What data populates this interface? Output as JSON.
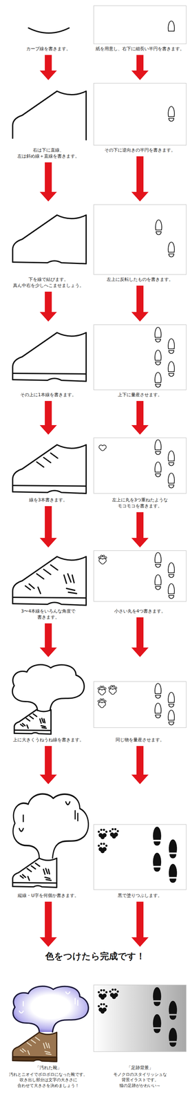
{
  "diagram": {
    "nodes": [
      {
        "text": [
          "カーブ線を書きます。"
        ]
      },
      {
        "text": [
          "紙を用意し、右下に細長い半円を書きます。"
        ]
      },
      {
        "text": [
          "右は下に直線、 左は斜め線＋直線を書きます。"
        ]
      },
      {
        "text": [
          "その下に逆向きの半円を書きます。"
        ]
      },
      {
        "text": [
          "下を線で結びます。 真ん中右を少しへこませましょう。"
        ]
      },
      {
        "text": [
          "左上に反転したものを書きます。"
        ]
      },
      {
        "text": [
          "その上に1本線を書きます。"
        ]
      },
      {
        "text": [
          "上下に量産させます。"
        ]
      },
      {
        "text": [
          "線を3本書きます。"
        ]
      },
      {
        "text": [
          "左上に丸を3つ重ねたような モコモコを書きます。"
        ]
      },
      {
        "text": [
          "3〜4本線をいろんな角度で 書きます。"
        ]
      },
      {
        "text": [
          "小さい丸を4つ書きます。"
        ]
      },
      {
        "text": [
          "上に大きくうねうね線を書きます。"
        ]
      },
      {
        "text": [
          "同じ物を量産させます。"
        ]
      },
      {
        "text": [
          "縦線・U字を何個か書きます。"
        ]
      },
      {
        "text": [
          "黒で塗りつぶします。"
        ]
      },
      {
        "text": [
          "色をつけたら完成です！"
        ]
      },
      {
        "text": [
          "「汚れた靴」",
          "汚れとニオイでボロボロになった靴です。 吹き出し部分は文字の大きさに 合わせて大きさを決めましょう！"
        ]
      },
      {
        "text": [
          "「足跡背景」",
          "モノクロのスタイリッシュな 背景イラストです。 猫の足跡がかわいい～"
        ]
      }
    ],
    "edges": [
      {
        "from": 0,
        "to": 2,
        "arrow": "to"
      },
      {
        "from": 1,
        "to": 3,
        "arrow": "to"
      },
      {
        "from": 2,
        "to": 4,
        "arrow": "to"
      },
      {
        "from": 3,
        "to": 5,
        "arrow": "to"
      },
      {
        "from": 4,
        "to": 6,
        "arrow": "to"
      },
      {
        "from": 5,
        "to": 7,
        "arrow": "to"
      },
      {
        "from": 6,
        "to": 8,
        "arrow": "to"
      },
      {
        "from": 7,
        "to": 9,
        "arrow": "to"
      },
      {
        "from": 8,
        "to": 10,
        "arrow": "to"
      },
      {
        "from": 9,
        "to": 11,
        "arrow": "to"
      },
      {
        "from": 10,
        "to": 12,
        "arrow": "to"
      },
      {
        "from": 11,
        "to": 13,
        "arrow": "to"
      },
      {
        "from": 12,
        "to": 14,
        "arrow": "to"
      },
      {
        "from": 13,
        "to": 15,
        "arrow": "to"
      },
      {
        "from": 14,
        "to": 16,
        "arrow": "to"
      },
      {
        "from": 15,
        "to": 16,
        "arrow": "to"
      }
    ]
  }
}
